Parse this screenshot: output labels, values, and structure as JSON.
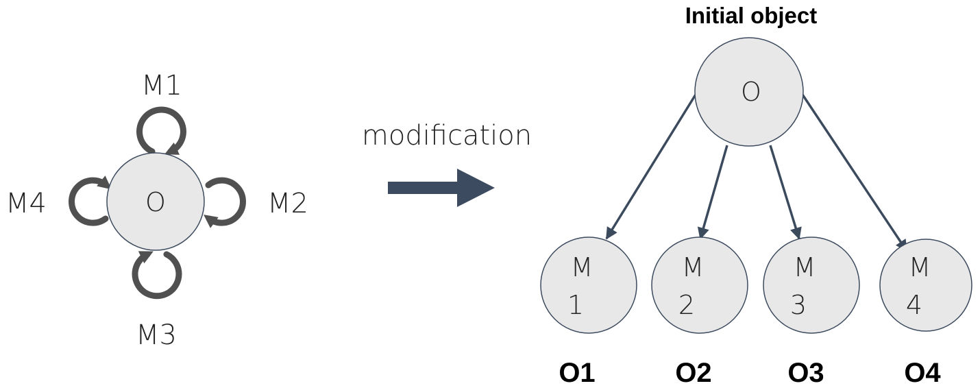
{
  "left_panel": {
    "center_label": "O",
    "loops": [
      {
        "label": "M1"
      },
      {
        "label": "M2"
      },
      {
        "label": "M3"
      },
      {
        "label": "M4"
      }
    ]
  },
  "transition": {
    "label": "modification"
  },
  "right_panel": {
    "title": "Initial object",
    "root_label": "O",
    "children": [
      {
        "line1": "M",
        "line2": "1",
        "caption": "O1"
      },
      {
        "line1": "M",
        "line2": "2",
        "caption": "O2"
      },
      {
        "line1": "M",
        "line2": "3",
        "caption": "O3"
      },
      {
        "line1": "M",
        "line2": "4",
        "caption": "O4"
      }
    ]
  },
  "colors": {
    "node_fill": "#e8e8e8",
    "node_stroke": "#3c4a5e",
    "loop_stroke": "#505050",
    "edge": "#3c4a5e",
    "big_arrow": "#3d4b60"
  }
}
